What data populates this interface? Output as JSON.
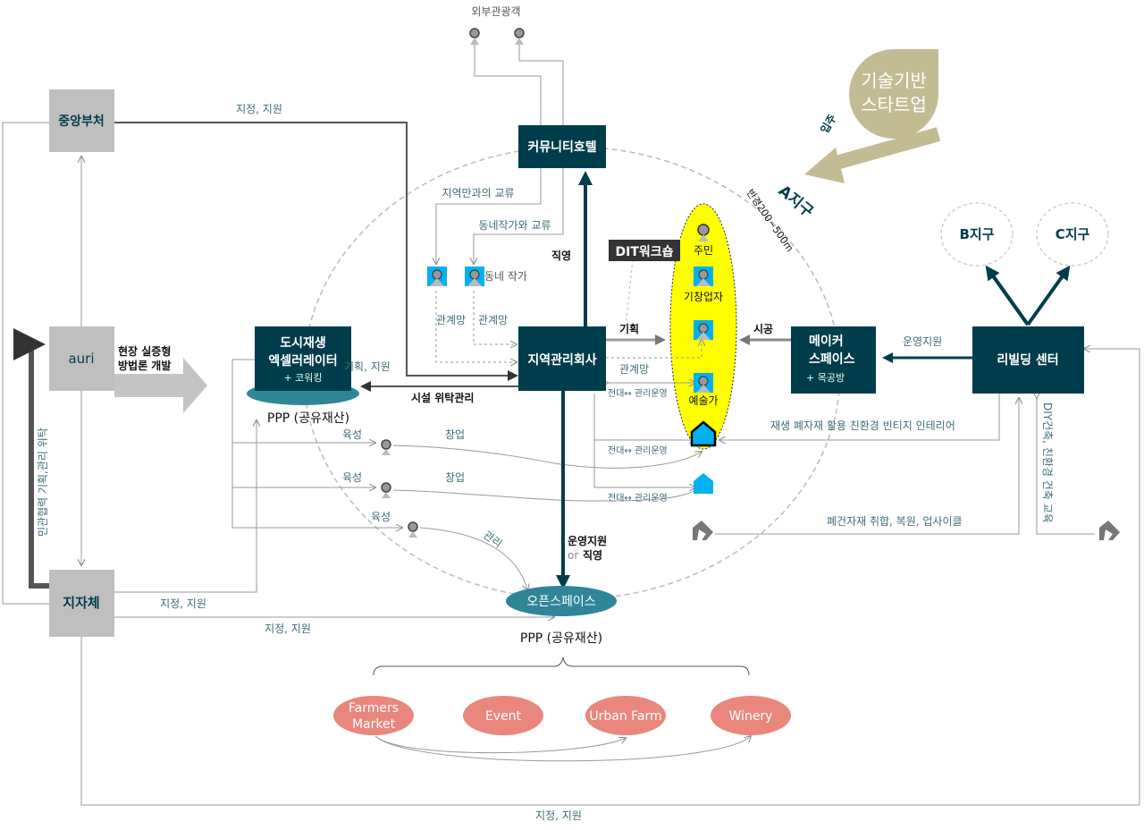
{
  "colors": {
    "dark_teal": "#003d4c",
    "gray_box": "#bfbfbf",
    "label_teal": "#3d6b78",
    "salmon": "#ea877d",
    "yellow": "#ffff00",
    "cyan": "#00b0f0",
    "tan": "#c3bb94",
    "open_space": "#2f8696"
  },
  "nodes": {
    "central_gov": "중앙부처",
    "auri": "auri",
    "local_gov": "지자체",
    "community_hotel": "커뮤니티호텔",
    "local_mgmt": "지역관리회사",
    "accelerator_1": "도시재생",
    "accelerator_2": "엑셀러레이터",
    "accelerator_sub": "+ 코워킹",
    "maker_1": "메이커",
    "maker_2": "스페이스",
    "maker_sub": "+ 목공방",
    "rebuilding": "리빌딩 센터",
    "open_space": "오픈스페이스",
    "district_a": "A지구",
    "district_a_radius": "반경200~500m",
    "district_b": "B지구",
    "district_c": "C지구",
    "startup_1": "기술기반",
    "startup_2": "스타트업",
    "move_in": "입주",
    "tourists": "외부관광객",
    "dit": "DIT워크숍",
    "resident": "주민",
    "founder": "기창업자",
    "artist": "예술가",
    "local_artist": "동네 작가",
    "ppp_1": "PPP (공유재산)",
    "ppp_2": "PPP (공유재산)"
  },
  "labels": {
    "designate_support": "지정, 지원",
    "auri_dev_1": "현장 실증형",
    "auri_dev_2": "방법론 개발",
    "public_private": "민관협력 기획,관리 위탁",
    "plan_support": "기획, 지원",
    "facility_trust": "시설 위탁관리",
    "exchange_local": "지역만과의 교류",
    "exchange_artist": "동네작가와 교류",
    "direct": "직영",
    "network": "관계망",
    "plan": "기획",
    "construct": "시공",
    "sublease": "전대↔ 관리운영",
    "ops_support": "운영지원",
    "ops_or_1": "운영지원",
    "ops_or_2": "or",
    "ops_or_3": "직영",
    "nurture": "육성",
    "startup": "창업",
    "manage": "관리",
    "vintage_interior": "재생 폐자재 활용 친환경 빈티지 인테리어",
    "salvage": "폐건자재 취합, 복원, 업사이클",
    "diy_edu": "DIY건축, 친환경 건축 교육"
  },
  "programs": [
    {
      "line1": "Farmers",
      "line2": "Market"
    },
    {
      "line1": "Event"
    },
    {
      "line1": "Urban Farm"
    },
    {
      "line1": "Winery"
    }
  ]
}
